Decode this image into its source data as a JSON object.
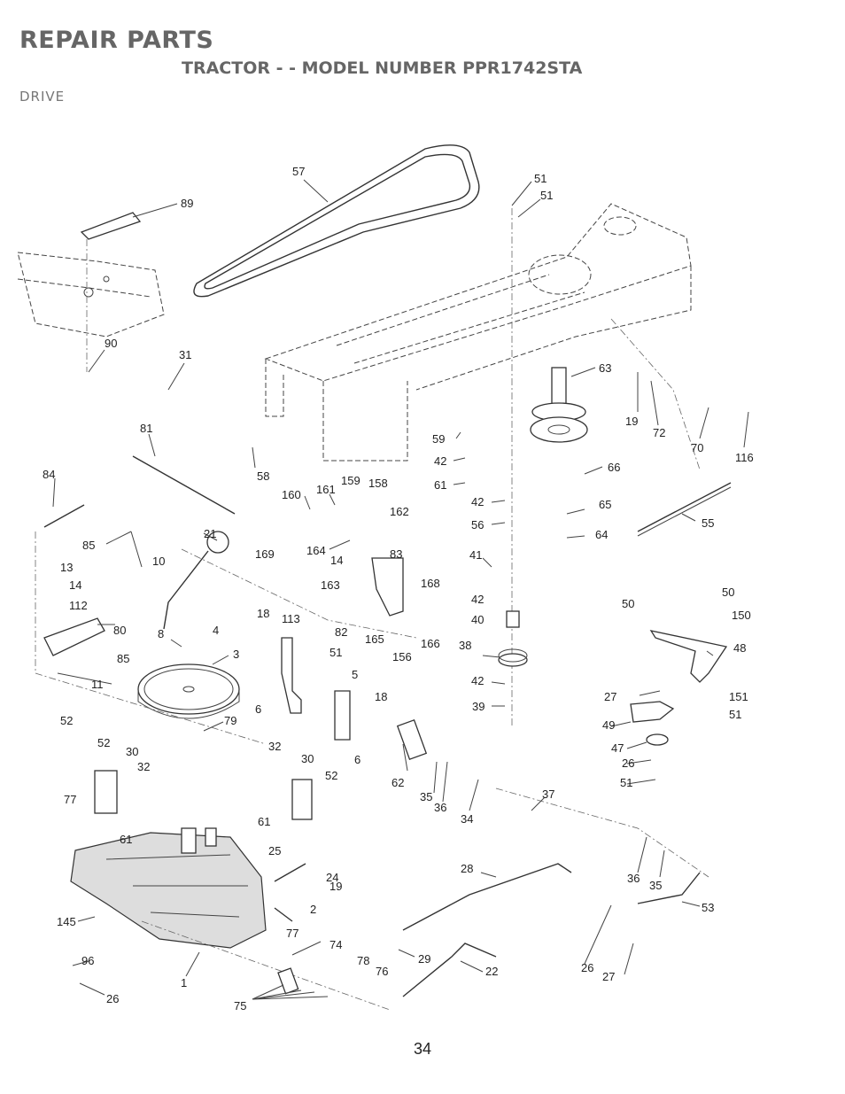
{
  "header": {
    "title": "REPAIR PARTS",
    "subtitle": "TRACTOR - - MODEL NUMBER PPR1742STA",
    "section": "DRIVE"
  },
  "page_number": "34",
  "callouts": {
    "c57": "57",
    "c89": "89",
    "c51a": "51",
    "c51b": "51",
    "c90": "90",
    "c31": "31",
    "c81": "81",
    "c58": "58",
    "c63": "63",
    "c19a": "19",
    "c72": "72",
    "c70": "70",
    "c116": "116",
    "c59": "59",
    "c42a": "42",
    "c61a": "61",
    "c66": "66",
    "c84": "84",
    "c160": "160",
    "c161": "161",
    "c159": "159",
    "c158": "158",
    "c162": "162",
    "c42b": "42",
    "c56": "56",
    "c65": "65",
    "c55": "55",
    "c85a": "85",
    "c21": "21",
    "c169": "169",
    "c164": "164",
    "c14a": "14",
    "c83": "83",
    "c64": "64",
    "c13": "13",
    "c10": "10",
    "c163": "163",
    "c41": "41",
    "c168": "168",
    "c14b": "14",
    "c112": "112",
    "c42c": "42",
    "c50a": "50",
    "c50b": "50",
    "c150": "150",
    "c18a": "18",
    "c113": "113",
    "c82": "82",
    "c165": "165",
    "c156": "156",
    "c166": "166",
    "c40": "40",
    "c80": "80",
    "c8": "8",
    "c4": "4",
    "c85b": "85",
    "c51c": "51",
    "c38": "38",
    "c48": "48",
    "c3": "3",
    "c11": "11",
    "c5": "5",
    "c42d": "42",
    "c18b": "18",
    "c27a": "27",
    "c151": "151",
    "c6a": "6",
    "c39": "39",
    "c51d": "51",
    "c52a": "52",
    "c79": "79",
    "c49": "49",
    "c47": "47",
    "c52b": "52",
    "c30a": "30",
    "c32a": "32",
    "c30b": "30",
    "c6b": "6",
    "c32b": "32",
    "c26a": "26",
    "c52c": "52",
    "c62": "62",
    "c51e": "51",
    "c35a": "35",
    "c77a": "77",
    "c36a": "36",
    "c37": "37",
    "c34": "34",
    "c61b": "61",
    "c61c": "61",
    "c25": "25",
    "c24": "24",
    "c28": "28",
    "c19b": "19",
    "c36b": "36",
    "c35b": "35",
    "c53": "53",
    "c2": "2",
    "c145": "145",
    "c77b": "77",
    "c74": "74",
    "c29": "29",
    "c96": "96",
    "c78": "78",
    "c76": "76",
    "c22": "22",
    "c26b": "26",
    "c27b": "27",
    "c1": "1",
    "c26c": "26",
    "c75": "75"
  }
}
